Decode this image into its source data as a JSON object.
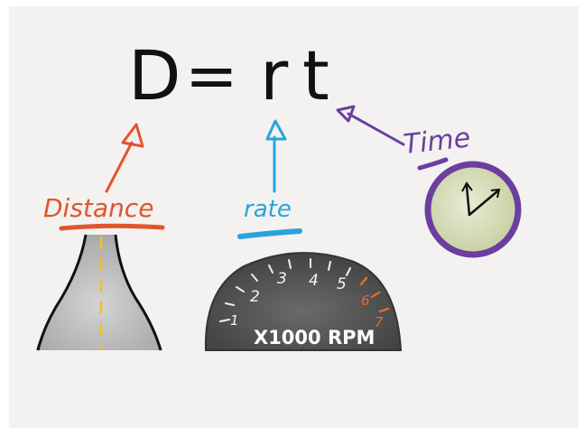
{
  "equation": {
    "d": "D",
    "equals": "=",
    "r": "r",
    "t": "t"
  },
  "labels": {
    "distance": "Distance",
    "rate": "rate",
    "time": "Time"
  },
  "tachometer": {
    "ticks": [
      "1",
      "2",
      "3",
      "4",
      "5",
      "6",
      "7"
    ],
    "unit": "X1000 RPM"
  },
  "colors": {
    "ink": "#111111",
    "distance": "#e2542a",
    "rate": "#2aa3dd",
    "time": "#6b3ea0",
    "redline": "#e06a30",
    "road": "#bdbdbd",
    "road_line": "#f0c419",
    "gauge": "#4a4a4a",
    "clock_face": "#d6dcb8"
  },
  "icons": {
    "road": "road-icon",
    "tachometer": "tachometer-icon",
    "clock": "clock-icon"
  }
}
